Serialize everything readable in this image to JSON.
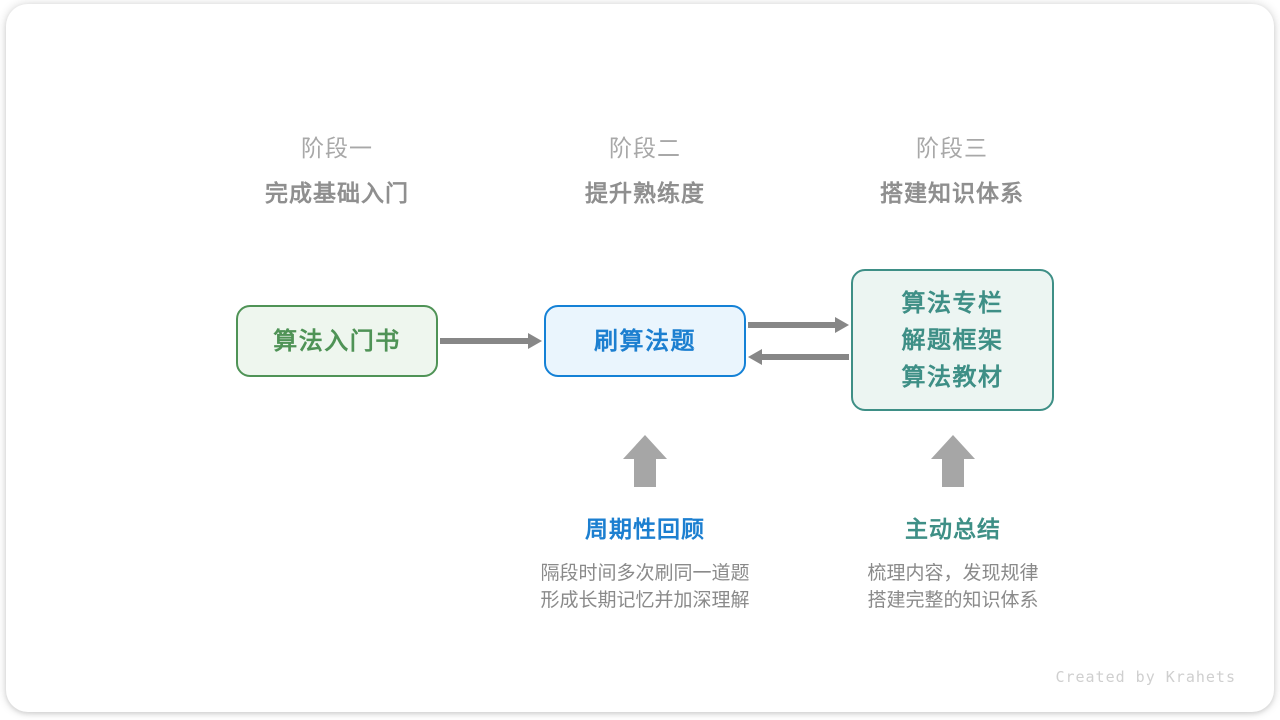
{
  "canvas": {
    "background": "#ffffff",
    "card_background": "#ffffff"
  },
  "stages": [
    {
      "label": "阶段一",
      "title": "完成基础入门"
    },
    {
      "label": "阶段二",
      "title": "提升熟练度"
    },
    {
      "label": "阶段三",
      "title": "搭建知识体系"
    }
  ],
  "nodes": {
    "book": {
      "lines": [
        "算法入门书"
      ],
      "color": "#4f9356",
      "fill": "#eef6ee"
    },
    "practice": {
      "lines": [
        "刷算法题"
      ],
      "color": "#1c7fd0",
      "fill": "#eaf5fd"
    },
    "resources": {
      "lines": [
        "算法专栏",
        "解题框架",
        "算法教材"
      ],
      "color": "#3e8f86",
      "fill": "#ecf5f2"
    }
  },
  "connectors": {
    "arrow_color": "#878787",
    "up_arrow_color": "#a6a6a6"
  },
  "annotations": [
    {
      "title": "周期性回顾",
      "color": "#1c7fd0",
      "body_lines": [
        "隔段时间多次刷同一道题",
        "形成长期记忆并加深理解"
      ]
    },
    {
      "title": "主动总结",
      "color": "#3e8f86",
      "body_lines": [
        "梳理内容，发现规律",
        "搭建完整的知识体系"
      ]
    }
  ],
  "footer": {
    "text": "Created by Krahets"
  }
}
